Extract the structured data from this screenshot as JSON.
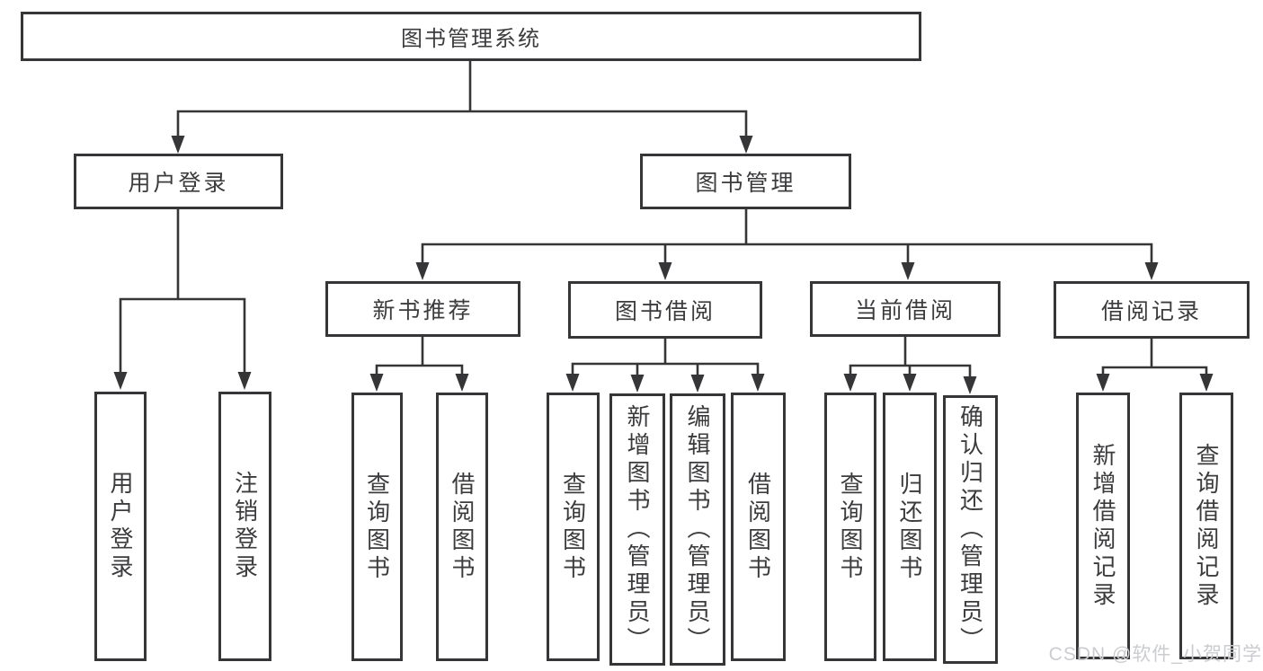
{
  "diagram": {
    "root": {
      "label": "图书管理系统"
    },
    "branches": [
      {
        "label": "用户登录",
        "leaves": [
          "用户登录",
          "注销登录"
        ]
      },
      {
        "label": "图书管理",
        "groups": [
          {
            "label": "新书推荐",
            "leaves": [
              "查询图书",
              "借阅图书"
            ]
          },
          {
            "label": "图书借阅",
            "leaves": [
              "查询图书",
              "新增图书（管理员）",
              "编辑图书（管理员）",
              "借阅图书"
            ]
          },
          {
            "label": "当前借阅",
            "leaves": [
              "查询图书",
              "归还图书",
              "确认归还（管理员）"
            ]
          },
          {
            "label": "借阅记录",
            "leaves": [
              "新增借阅记录",
              "查询借阅记录"
            ]
          }
        ]
      }
    ]
  },
  "watermark": "CSDN @软件_小贺同学",
  "colors": {
    "line": "#363638",
    "text": "#3c3c3e",
    "watermark": "#cbccd0",
    "background": "#ffffff"
  }
}
